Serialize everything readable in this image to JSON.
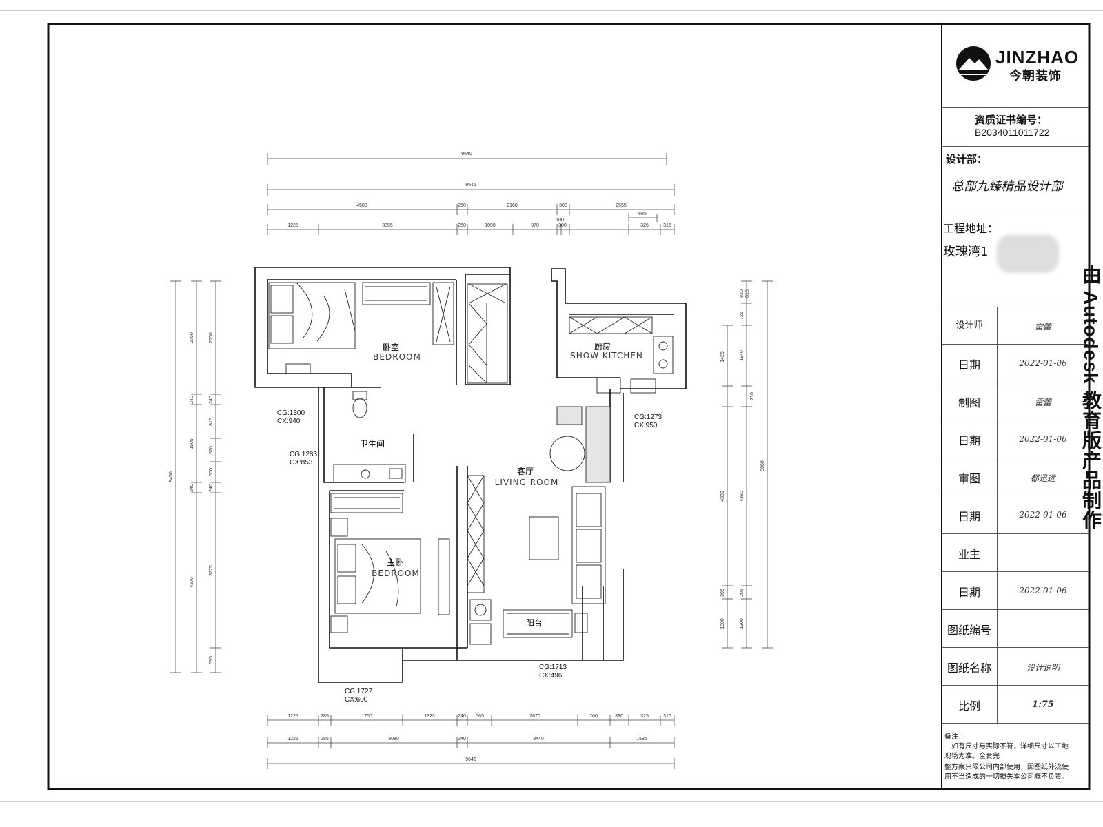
{
  "titleblock": {
    "logo_brand": "JINZHAO",
    "logo_cn": "今朝装饰",
    "cert_label": "资质证书编号：",
    "cert_number": "B2034011011722",
    "design_dept_label": "设计部：",
    "design_dept_value": "总部九臻精品设计部",
    "address_label": "工程地址：",
    "address_value": "玫瑰湾1",
    "rows": [
      {
        "label": "设计师",
        "value": "雷蕾"
      },
      {
        "label": "日期",
        "value": "2022-01-06"
      },
      {
        "label": "制图",
        "value": "雷蕾"
      },
      {
        "label": "日期",
        "value": "2022-01-06"
      },
      {
        "label": "审图",
        "value": "都迅远"
      },
      {
        "label": "日期",
        "value": "2022-01-06"
      },
      {
        "label": "业主",
        "value": ""
      },
      {
        "label": "日期",
        "value": "2022-01-06"
      },
      {
        "label": "图纸编号",
        "value": ""
      },
      {
        "label": "图纸名称",
        "value": "设计说明"
      },
      {
        "label": "比例",
        "value": "1:75"
      }
    ],
    "notes_title": "备注：",
    "notes_line1": "如有尺寸与实际不符，洋细尺寸以工地",
    "notes_line2": "现场为准。全套完",
    "notes_line3": "整方案只限公司内部使用，因图纸外流使",
    "notes_line4": "用不当造成的一切损失本公司概不负责。"
  },
  "watermark": "由 Autodesk 教育版产品制作",
  "rooms": {
    "bedroom_cn": "卧室",
    "bedroom_en": "BEDROOM",
    "kitchen_cn": "厨房",
    "kitchen_en": "SHOW  KITCHEN",
    "bathroom_cn": "卫生间",
    "living_cn": "客厅",
    "living_en": "LIVING  ROOM",
    "master_cn": "主卧",
    "master_en": "BEDROOM",
    "balcony_cn": "阳台"
  },
  "openings": {
    "o1_cg": "CG:1300",
    "o1_cx": "CX:940",
    "o2_cg": "CG:1273",
    "o2_cx": "CX:950",
    "o3_cg": "CG:1283",
    "o3_cx": "CX:853",
    "o4_cg": "CG:1713",
    "o4_cx": "CX:496",
    "o5_cg": "CG:1727",
    "o5_cx": "CX:600"
  },
  "dimensions": {
    "top_overall_1": "9640",
    "top_overall_2": "9645",
    "top_row3": [
      "4580",
      "250",
      "2160",
      "300",
      "2555"
    ],
    "top_row3_extra": "685",
    "top_row4": [
      "1225",
      "3355",
      "250",
      "1090",
      "370",
      "100",
      "300",
      "325",
      "315"
    ],
    "bottom_row1": [
      "1225",
      "285",
      "1760",
      "1323",
      "240",
      "565",
      "2670",
      "760",
      "390",
      "325",
      "315"
    ],
    "bottom_row2": [
      "1225",
      "285",
      "3080",
      "240",
      "3440",
      "1535"
    ],
    "bottom_overall": "9645",
    "left_outer": [
      "9450"
    ],
    "left_mid": [
      "2750",
      "240",
      "1505",
      "240",
      "4370"
    ],
    "left_inner": [
      "2750",
      "240",
      "815",
      "570",
      "500",
      "240",
      "3775",
      "595"
    ],
    "right_inner": [
      "830",
      "815",
      "725",
      "1940",
      "1425",
      "210",
      "4380",
      "205",
      "1300"
    ],
    "right_mid": [
      "830",
      "815",
      "725",
      "1940",
      "210",
      "4380",
      "205",
      "1300"
    ],
    "right_outer": [
      "9860"
    ]
  }
}
